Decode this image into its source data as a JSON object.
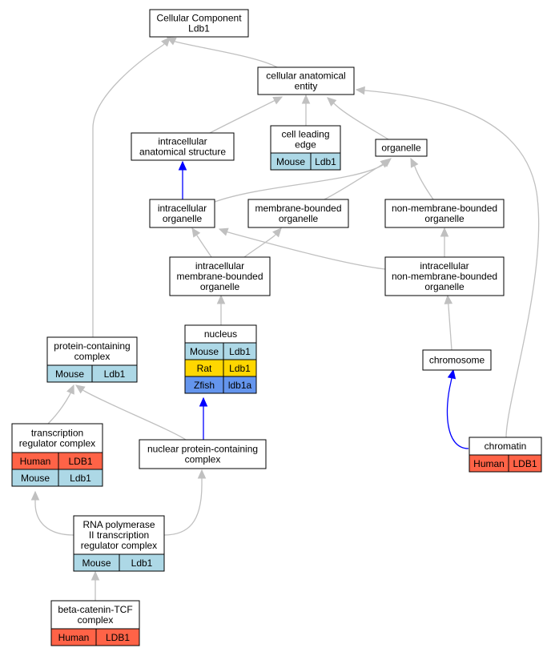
{
  "colors": {
    "mouse": "#add8e6",
    "rat": "#ffd700",
    "zfish": "#6495ed",
    "human": "#ff6347",
    "is_a_edge": "#c0c0c0",
    "part_of_edge": "#0000ff"
  },
  "nodes": {
    "root": {
      "lines": [
        "Cellular Component",
        "Ldb1"
      ],
      "annotations": []
    },
    "cellular_anatomical_entity": {
      "lines": [
        "cellular anatomical",
        "entity"
      ],
      "annotations": []
    },
    "intracellular_anatomical_structure": {
      "lines": [
        "intracellular",
        "anatomical structure"
      ],
      "annotations": []
    },
    "cell_leading_edge": {
      "lines": [
        "cell leading",
        "edge"
      ],
      "annotations": [
        {
          "species": "Mouse",
          "gene": "Ldb1",
          "color": "mouse"
        }
      ]
    },
    "organelle": {
      "lines": [
        "organelle"
      ],
      "annotations": []
    },
    "intracellular_organelle": {
      "lines": [
        "intracellular",
        "organelle"
      ],
      "annotations": []
    },
    "membrane_bounded_organelle": {
      "lines": [
        "membrane-bounded",
        "organelle"
      ],
      "annotations": []
    },
    "non_membrane_bounded_organelle": {
      "lines": [
        "non-membrane-bounded",
        "organelle"
      ],
      "annotations": []
    },
    "intracellular_membrane_bounded_organelle": {
      "lines": [
        "intracellular",
        "membrane-bounded",
        "organelle"
      ],
      "annotations": []
    },
    "intracellular_non_membrane_bounded_organelle": {
      "lines": [
        "intracellular",
        "non-membrane-bounded",
        "organelle"
      ],
      "annotations": []
    },
    "nucleus": {
      "lines": [
        "nucleus"
      ],
      "annotations": [
        {
          "species": "Mouse",
          "gene": "Ldb1",
          "color": "mouse"
        },
        {
          "species": "Rat",
          "gene": "Ldb1",
          "color": "rat"
        },
        {
          "species": "Zfish",
          "gene": "ldb1a",
          "color": "zfish"
        }
      ]
    },
    "protein_containing_complex": {
      "lines": [
        "protein-containing",
        "complex"
      ],
      "annotations": [
        {
          "species": "Mouse",
          "gene": "Ldb1",
          "color": "mouse"
        }
      ]
    },
    "chromosome": {
      "lines": [
        "chromosome"
      ],
      "annotations": []
    },
    "transcription_regulator_complex": {
      "lines": [
        "transcription",
        "regulator complex"
      ],
      "annotations": [
        {
          "species": "Human",
          "gene": "LDB1",
          "color": "human"
        },
        {
          "species": "Mouse",
          "gene": "Ldb1",
          "color": "mouse"
        }
      ]
    },
    "nuclear_protein_containing_complex": {
      "lines": [
        "nuclear protein-containing",
        "complex"
      ],
      "annotations": []
    },
    "chromatin": {
      "lines": [
        "chromatin"
      ],
      "annotations": [
        {
          "species": "Human",
          "gene": "LDB1",
          "color": "human"
        }
      ]
    },
    "rna_polymerase_ii_complex": {
      "lines": [
        "RNA polymerase",
        "II transcription",
        "regulator complex"
      ],
      "annotations": [
        {
          "species": "Mouse",
          "gene": "Ldb1",
          "color": "mouse"
        }
      ]
    },
    "beta_catenin_tcf_complex": {
      "lines": [
        "beta-catenin-TCF",
        "complex"
      ],
      "annotations": [
        {
          "species": "Human",
          "gene": "LDB1",
          "color": "human"
        }
      ]
    }
  },
  "edges": [
    {
      "from": "cellular_anatomical_entity",
      "to": "root",
      "type": "is_a"
    },
    {
      "from": "protein_containing_complex",
      "to": "root",
      "type": "is_a"
    },
    {
      "from": "intracellular_anatomical_structure",
      "to": "cellular_anatomical_entity",
      "type": "is_a"
    },
    {
      "from": "cell_leading_edge",
      "to": "cellular_anatomical_entity",
      "type": "is_a"
    },
    {
      "from": "organelle",
      "to": "cellular_anatomical_entity",
      "type": "is_a"
    },
    {
      "from": "chromatin",
      "to": "cellular_anatomical_entity",
      "type": "is_a"
    },
    {
      "from": "intracellular_organelle",
      "to": "intracellular_anatomical_structure",
      "type": "part_of"
    },
    {
      "from": "intracellular_organelle",
      "to": "organelle",
      "type": "is_a"
    },
    {
      "from": "membrane_bounded_organelle",
      "to": "organelle",
      "type": "is_a"
    },
    {
      "from": "non_membrane_bounded_organelle",
      "to": "organelle",
      "type": "is_a"
    },
    {
      "from": "intracellular_membrane_bounded_organelle",
      "to": "intracellular_organelle",
      "type": "is_a"
    },
    {
      "from": "intracellular_membrane_bounded_organelle",
      "to": "membrane_bounded_organelle",
      "type": "is_a"
    },
    {
      "from": "intracellular_non_membrane_bounded_organelle",
      "to": "intracellular_organelle",
      "type": "is_a"
    },
    {
      "from": "intracellular_non_membrane_bounded_organelle",
      "to": "non_membrane_bounded_organelle",
      "type": "is_a"
    },
    {
      "from": "nucleus",
      "to": "intracellular_membrane_bounded_organelle",
      "type": "is_a"
    },
    {
      "from": "chromosome",
      "to": "intracellular_non_membrane_bounded_organelle",
      "type": "is_a"
    },
    {
      "from": "nuclear_protein_containing_complex",
      "to": "nucleus",
      "type": "part_of"
    },
    {
      "from": "nuclear_protein_containing_complex",
      "to": "protein_containing_complex",
      "type": "is_a"
    },
    {
      "from": "transcription_regulator_complex",
      "to": "protein_containing_complex",
      "type": "is_a"
    },
    {
      "from": "chromatin",
      "to": "chromosome",
      "type": "part_of"
    },
    {
      "from": "rna_polymerase_ii_complex",
      "to": "transcription_regulator_complex",
      "type": "is_a"
    },
    {
      "from": "rna_polymerase_ii_complex",
      "to": "nuclear_protein_containing_complex",
      "type": "is_a"
    },
    {
      "from": "beta_catenin_tcf_complex",
      "to": "rna_polymerase_ii_complex",
      "type": "is_a"
    }
  ]
}
